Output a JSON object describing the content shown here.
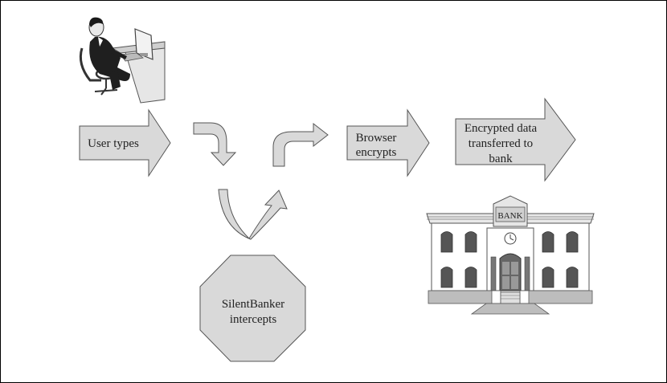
{
  "diagram": {
    "colors": {
      "shape_fill": "#d9d9d9",
      "shape_stroke": "#555555",
      "text": "#222222",
      "dark": "#2b2b2b"
    },
    "steps": [
      {
        "id": "user-types",
        "lines": [
          "User types"
        ]
      },
      {
        "id": "browser-encrypts",
        "lines": [
          "Browser",
          "encrypts"
        ]
      },
      {
        "id": "encrypted-data",
        "lines": [
          "Encrypted data",
          "transferred to",
          "bank"
        ]
      }
    ],
    "interceptor": {
      "lines": [
        "SilentBanker",
        "intercepts"
      ]
    },
    "bank": {
      "sign": "BANK"
    }
  }
}
